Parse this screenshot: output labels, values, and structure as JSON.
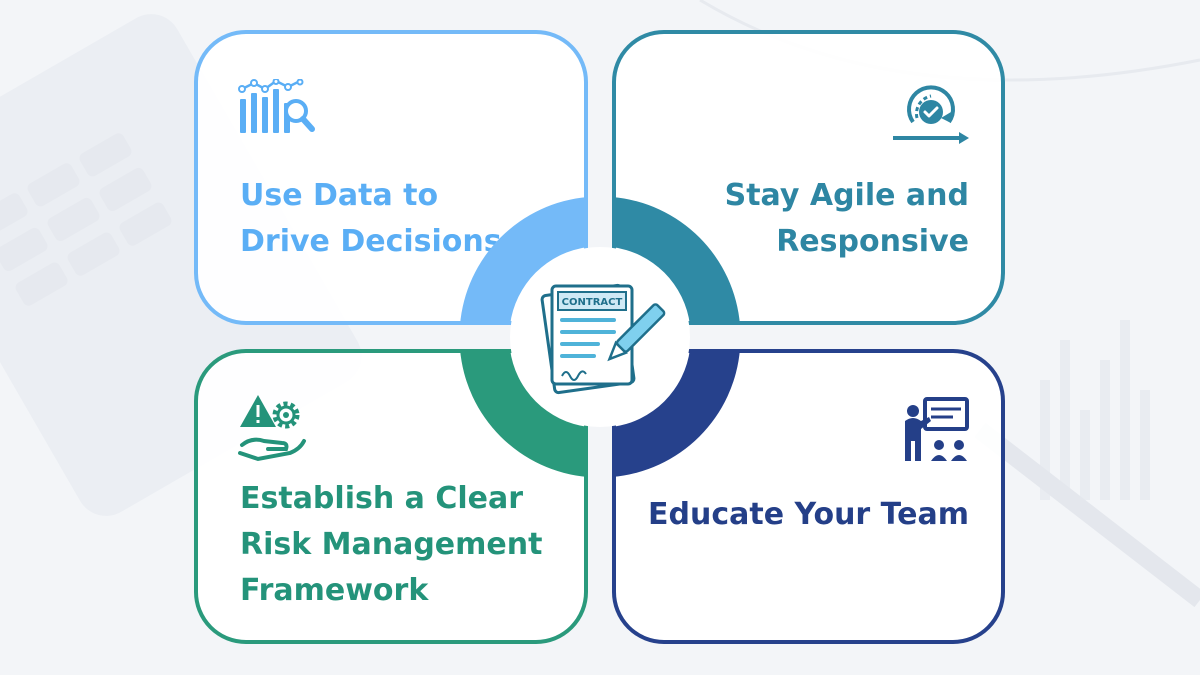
{
  "cards": {
    "top_left": {
      "title": "Use Data to\nDrive Decisions",
      "icon": "data-analytics-icon",
      "color": "#74baf8"
    },
    "top_right": {
      "title": "Stay Agile and\nResponsive",
      "icon": "agile-cycle-icon",
      "color": "#2f8aa5"
    },
    "bottom_left": {
      "title": "Establish a Clear\nRisk Management\nFramework",
      "icon": "risk-management-icon",
      "color": "#2a9a7c"
    },
    "bottom_right": {
      "title": "Educate Your Team",
      "icon": "team-training-icon",
      "color": "#26418c"
    }
  },
  "center": {
    "label": "CONTRACT",
    "icon": "contract-signing-icon"
  }
}
